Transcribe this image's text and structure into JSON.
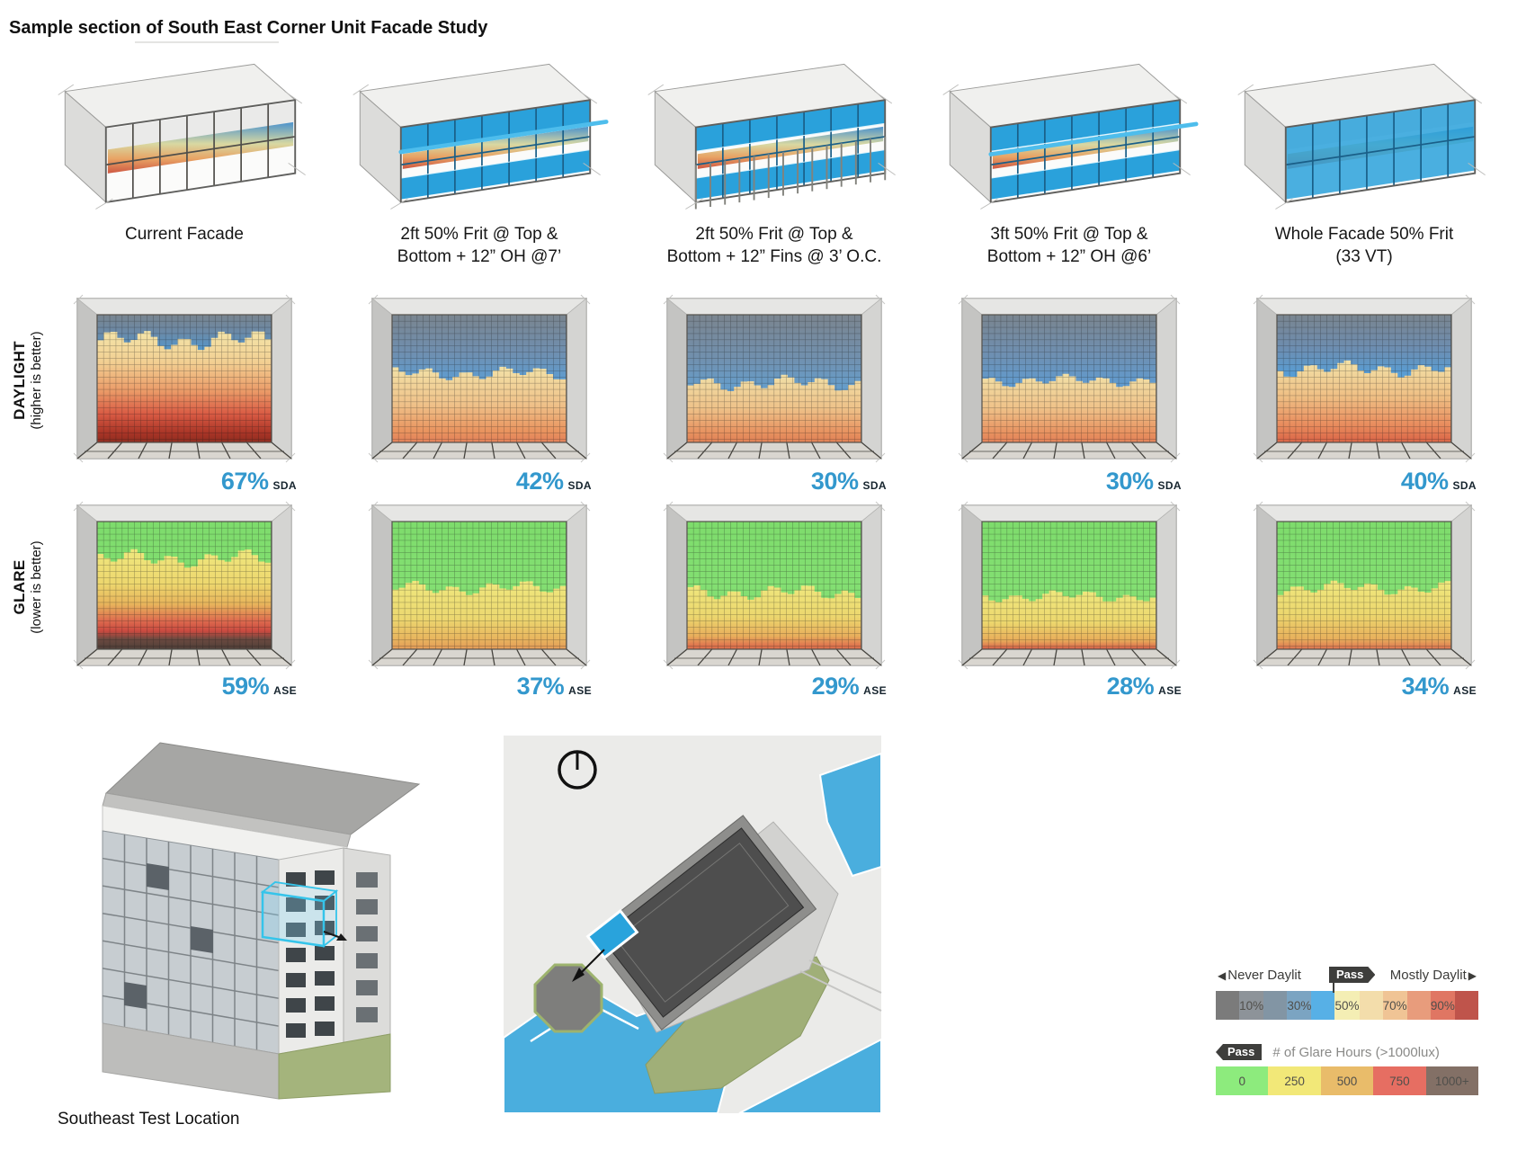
{
  "title": "Sample section of South East Corner Unit Facade Study",
  "rows": {
    "daylight": {
      "label": "DAYLIGHT",
      "sub": "(higher is better)"
    },
    "glare": {
      "label": "GLARE",
      "sub": "(lower is better)"
    }
  },
  "metrics": {
    "sda": "SDA",
    "ase": "ASE"
  },
  "columns": [
    {
      "caption_line1": "Current Facade",
      "caption_line2": "",
      "sda": "67%",
      "ase": "59%",
      "variant": "current-facade"
    },
    {
      "caption_line1": "2ft 50% Frit @ Top &",
      "caption_line2": "Bottom + 12” OH @7’",
      "sda": "42%",
      "ase": "37%",
      "variant": "frit-overhang-7ft"
    },
    {
      "caption_line1": "2ft 50% Frit @ Top &",
      "caption_line2": "Bottom + 12” Fins @ 3’ O.C.",
      "sda": "30%",
      "ase": "29%",
      "variant": "frit-fins"
    },
    {
      "caption_line1": "3ft 50% Frit @ Top &",
      "caption_line2": "Bottom + 12” OH @6’",
      "sda": "30%",
      "ase": "28%",
      "variant": "frit-overhang-6ft"
    },
    {
      "caption_line1": "Whole Facade 50% Frit",
      "caption_line2": "(33 VT)",
      "sda": "40%",
      "ase": "34%",
      "variant": "full-frit"
    }
  ],
  "location_caption": "Southeast Test Location",
  "icons": {
    "left_triangle": "◀",
    "right_triangle": "▶"
  },
  "legend_daylight": {
    "left_label": "Never Daylit",
    "pass_label": "Pass",
    "right_label": "Mostly Daylit",
    "segments": [
      {
        "color": "#7b7b7b",
        "label": ""
      },
      {
        "color": "#8d9399",
        "label": "10%"
      },
      {
        "color": "#8295a4",
        "label": ""
      },
      {
        "color": "#7ba4c2",
        "label": "30%"
      },
      {
        "color": "#57b0e6",
        "label": ""
      },
      {
        "color": "#f4eeb4",
        "label": "50%"
      },
      {
        "color": "#f3ddab",
        "label": ""
      },
      {
        "color": "#f0c495",
        "label": "70%"
      },
      {
        "color": "#e89c7c",
        "label": ""
      },
      {
        "color": "#e07663",
        "label": "90%"
      },
      {
        "color": "#bf544b",
        "label": ""
      }
    ]
  },
  "legend_glare": {
    "pass_label": "Pass",
    "title": "# of Glare Hours (>1000lux)",
    "segments": [
      {
        "color": "#8deb7d",
        "label": "0"
      },
      {
        "color": "#f2e878",
        "label": "250"
      },
      {
        "color": "#e9bc6a",
        "label": "500"
      },
      {
        "color": "#e66e62",
        "label": "750"
      },
      {
        "color": "#837066",
        "label": "1000+"
      }
    ]
  },
  "accent": {
    "value_blue": "#3398cd",
    "frit_blue": "#2aa1db",
    "highlight_cyan": "#35c4ea"
  },
  "chart_data": {
    "type": "heatmap",
    "title": "Sample section of South East Corner Unit Facade Study",
    "categories": [
      "Current Facade",
      "2ft 50% Frit @ Top & Bottom + 12” OH @7’",
      "2ft 50% Frit @ Top & Bottom + 12” Fins @ 3’ O.C.",
      "3ft 50% Frit @ Top & Bottom + 12” OH @6’",
      "Whole Facade 50% Frit (33 VT)"
    ],
    "series": [
      {
        "name": "Daylight SDA (%) — higher is better",
        "values": [
          67,
          42,
          30,
          30,
          40
        ]
      },
      {
        "name": "Glare ASE (%) — lower is better",
        "values": [
          59,
          37,
          29,
          28,
          34
        ]
      }
    ],
    "legend_daylight_ticks": [
      "10%",
      "30%",
      "50%",
      "70%",
      "90%"
    ],
    "legend_glare_ticks": [
      "0",
      "250",
      "500",
      "750",
      "1000+"
    ]
  }
}
